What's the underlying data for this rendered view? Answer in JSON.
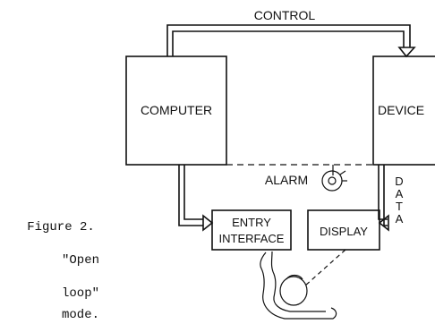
{
  "diagram": {
    "nodes": {
      "computer": "COMPUTER",
      "device": "DEVICE",
      "entry_interface_line1": "ENTRY",
      "entry_interface_line2": "INTERFACE",
      "display": "DISPLAY",
      "alarm": "ALARM"
    },
    "edges": {
      "control": "CONTROL",
      "data": [
        "D",
        "A",
        "T",
        "A"
      ]
    }
  },
  "caption": {
    "line1": "Figure 2.",
    "line2": "\"Open",
    "line3": "loop\"",
    "line4": "mode."
  },
  "colors": {
    "ink": "#111111",
    "background": "#ffffff"
  }
}
